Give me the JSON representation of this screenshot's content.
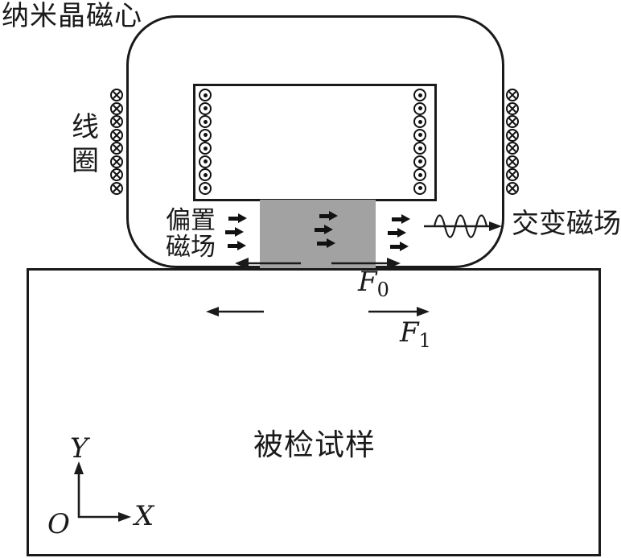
{
  "labels": {
    "core": "纳米晶磁心",
    "coil_line1": "线",
    "coil_line2": "圈",
    "bias_line1": "偏置",
    "bias_line2": "磁场",
    "alternating": "交变磁场",
    "sample": "被检试样",
    "f0_main": "F",
    "f0_sub": "0",
    "f1_main": "F",
    "f1_sub": "1",
    "axis_y": "Y",
    "axis_x": "X",
    "origin": "O"
  },
  "colors": {
    "line": "#1a1a1a",
    "pole_gray": "#a2a2a2",
    "background": "#ffffff"
  },
  "coils": {
    "columns": 4,
    "turns_per_column": 8,
    "outer_symbol": "circle-cross-current-into-page",
    "inner_symbol": "circle-dot-current-out-of-page"
  }
}
